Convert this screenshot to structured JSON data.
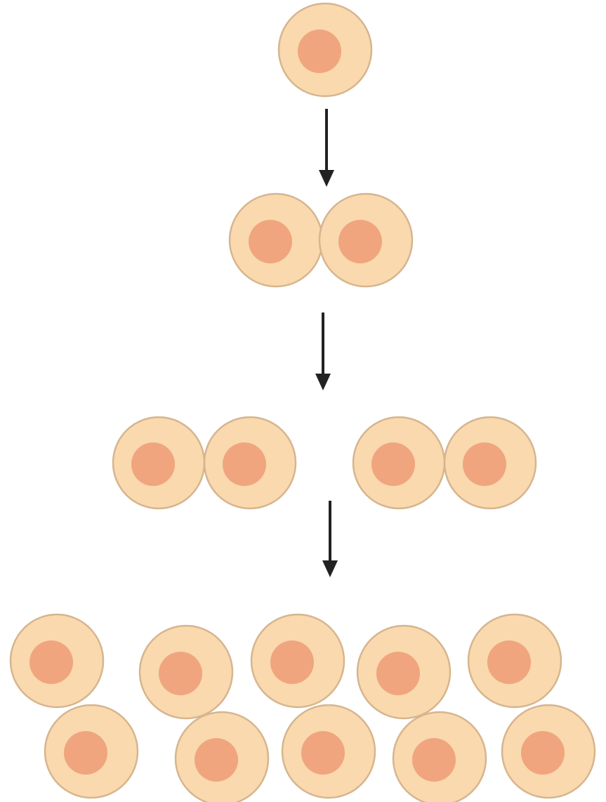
{
  "diagram": {
    "kind": "cell-division",
    "colors": {
      "background": "#ffffff",
      "cell_fill": "#f9d9ad",
      "cell_stroke": "#d6b58f",
      "nucleus_fill": "#f0a57f",
      "arrow": "#222222"
    },
    "stages": [
      {
        "label": "",
        "cell_count": 1
      },
      {
        "label": "",
        "cell_count": 2
      },
      {
        "label": "",
        "cell_count": 4
      },
      {
        "label": "",
        "cell_count": 10
      }
    ],
    "arrows": [
      {
        "from_stage": 1,
        "to_stage": 2
      },
      {
        "from_stage": 2,
        "to_stage": 3
      },
      {
        "from_stage": 3,
        "to_stage": 4
      }
    ]
  }
}
